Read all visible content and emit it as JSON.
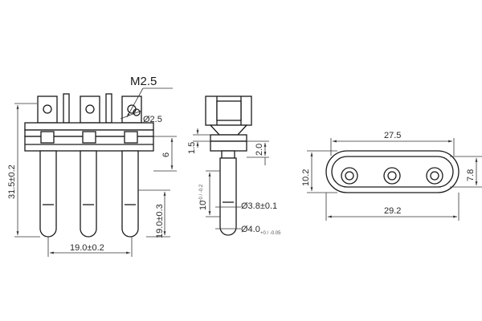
{
  "front_view": {
    "thread_label": "M2.5",
    "hole_dia_label": "Ø2.5",
    "height_label": "31.5±0.2",
    "step_label": "6",
    "tip_label": "19.0±0.3",
    "pitch_label": "19.0±0.2"
  },
  "side_view": {
    "collar_label": "1.5",
    "gap_label": "2.0",
    "pin_length_label": "10",
    "pin_length_tol": "+0 / -0.2",
    "pin_dia_label": "Ø3.8±0.1",
    "tip_dia_label": "Ø4.0",
    "tip_dia_tol": "+0 / -0.05"
  },
  "top_view": {
    "length_label": "27.5",
    "overall_label": "29.2",
    "width_label": "10.2",
    "inner_label": "7.8"
  }
}
